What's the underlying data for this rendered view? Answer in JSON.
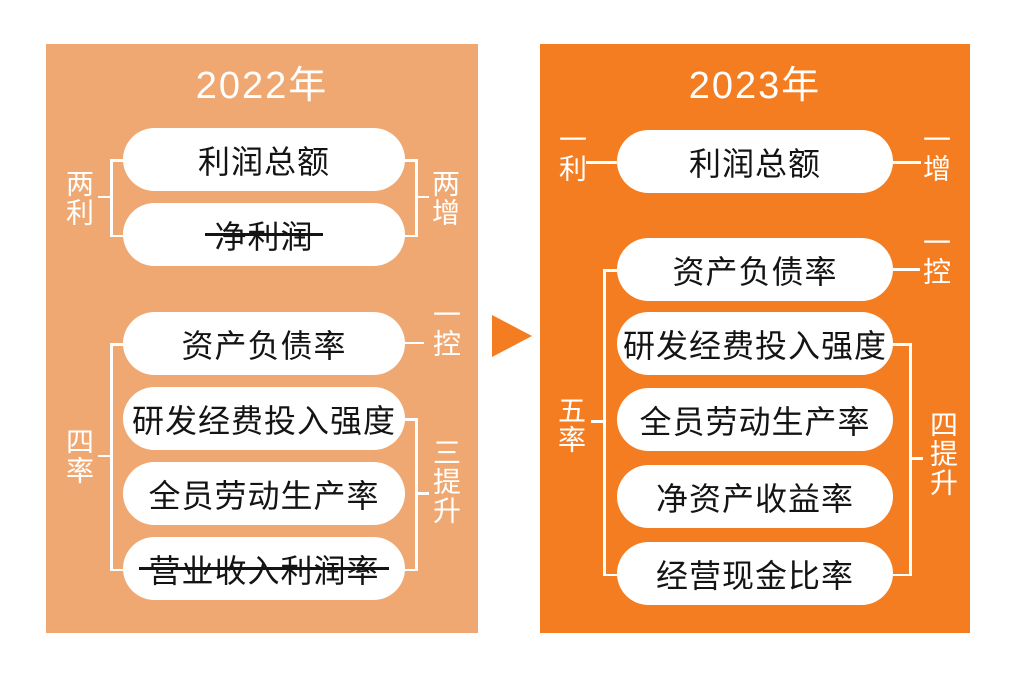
{
  "panels": {
    "y2022": {
      "title": "2022年",
      "profit_group": {
        "left_label": "两利",
        "right_label": "两增",
        "boxes": [
          {
            "text": "利润总额",
            "struck": false
          },
          {
            "text": "净利润",
            "struck": true
          }
        ]
      },
      "ratio_group": {
        "left_label": "四率",
        "control_label": "一控",
        "improve_label": "三提升",
        "boxes": [
          {
            "text": "资产负债率",
            "struck": false
          },
          {
            "text": "研发经费投入强度",
            "struck": false
          },
          {
            "text": "全员劳动生产率",
            "struck": false
          },
          {
            "text": "营业收入利润率",
            "struck": true
          }
        ]
      }
    },
    "y2023": {
      "title": "2023年",
      "profit_group": {
        "left_label": "一利",
        "right_label": "一增",
        "boxes": [
          {
            "text": "利润总额",
            "struck": false
          }
        ]
      },
      "ratio_group": {
        "left_label": "五率",
        "control_label": "一控",
        "improve_label": "四提升",
        "boxes": [
          {
            "text": "资产负债率",
            "struck": false
          },
          {
            "text": "研发经费投入强度",
            "struck": false
          },
          {
            "text": "全员劳动生产率",
            "struck": false
          },
          {
            "text": "净资产收益率",
            "struck": false
          },
          {
            "text": "经营现金比率",
            "struck": false
          }
        ]
      }
    }
  },
  "colors": {
    "panel_2022_bg": "#F0A872",
    "panel_2023_bg": "#F47D21",
    "box_bg": "#FFFFFF",
    "box_text": "#141414",
    "label_text": "#FFFFFF",
    "arrow": "#F47D21"
  }
}
